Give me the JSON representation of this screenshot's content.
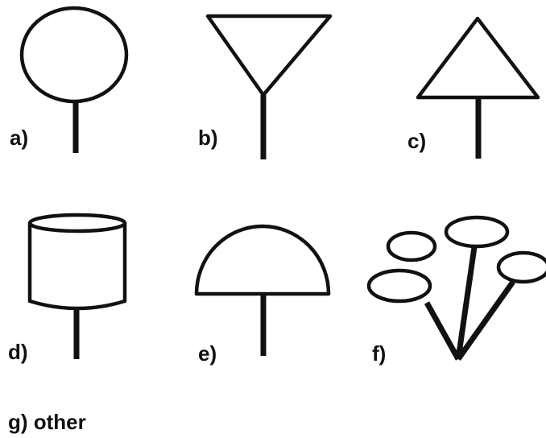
{
  "labels": {
    "a": "a)",
    "b": "b)",
    "c": "c)",
    "d": "d)",
    "e": "e)",
    "f": "f)",
    "g": "g) other"
  },
  "colors": {
    "ink": "#111111",
    "background": "#ffffff"
  },
  "shapes": [
    "circle-on-stem",
    "inverted-triangle-on-stem",
    "triangle-on-stem",
    "cylinder-on-stem",
    "dome-on-stem",
    "multiple-ellipses-on-stems"
  ]
}
